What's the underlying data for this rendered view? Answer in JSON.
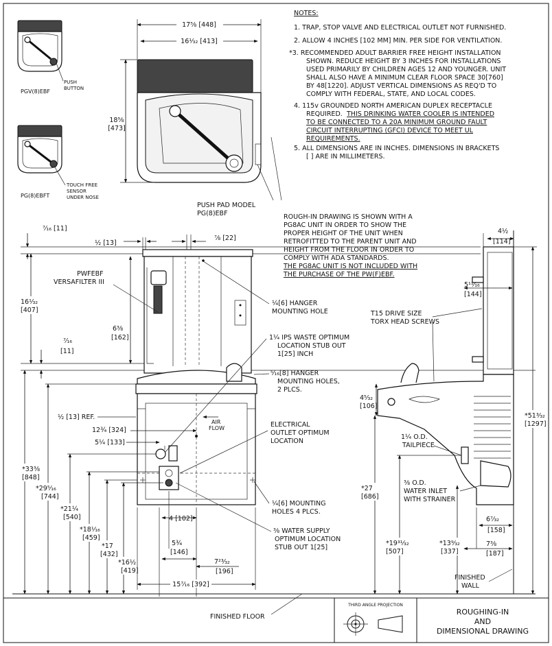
{
  "notes": {
    "heading": "NOTES:",
    "n1": "1.  TRAP, STOP VALVE AND ELECTRICAL OUTLET NOT FURNISHED.",
    "n2": "2.  ALLOW 4 INCHES [102 MM] MIN. PER SIDE FOR VENTILATION.",
    "n3_l1": "*3.  RECOMMENDED ADULT BARRIER FREE HEIGHT INSTALLATION",
    "n3_l2": "SHOWN. REDUCE HEIGHT BY 3 INCHES FOR INSTALLATIONS",
    "n3_l3": "USED PRIMARILY BY CHILDREN AGES 12 AND YOUNGER. UNIT",
    "n3_l4": "SHALL ALSO HAVE A MINIMUM CLEAR FLOOR SPACE 30[760]",
    "n3_l5": "BY 48[1220]. ADJUST VERTICAL DIMENSIONS AS REQ'D TO",
    "n3_l6": "COMPLY WITH FEDERAL, STATE, AND LOCAL CODES.",
    "n4_l1": "4.  115v GROUNDED NORTH AMERICAN DUPLEX RECEPTACLE",
    "n4_l2": "REQUIRED.",
    "n4_u1": "THIS DRINKING WATER COOLER IS INTENDED",
    "n4_u2": "TO BE CONNECTED TO A 20A MINIMUM GROUND FAULT",
    "n4_u3": "CIRCUIT INTERRUPTING (GFCI) DEVICE TO MEET UL",
    "n4_u4": "REQUIREMENTS.",
    "n5_l1": "5.  ALL DIMENSIONS ARE IN INCHES. DIMENSIONS IN BRACKETS",
    "n5_l2": "[  ] ARE IN MILLIMETERS."
  },
  "models": {
    "pgv": "PGV(8)EBF",
    "push_button_l1": "PUSH",
    "push_button_l2": "BUTTON",
    "pg_ebft": "PG(8)EBFT",
    "sensor_l1": "TOUCH FREE",
    "sensor_l2": "SENSOR",
    "sensor_l3": "UNDER NOSE",
    "push_pad_l1": "PUSH PAD MODEL",
    "push_pad_l2": "PG(8)EBF"
  },
  "top_dims": {
    "w_outer": "17⅝ [448]",
    "w_inner": "16¹⁄₃₂ [413]",
    "h_main": "18⅝",
    "h_main_mm": "[473]"
  },
  "roughin": {
    "l1": "ROUGH-IN DRAWING IS SHOWN WITH A",
    "l2": "PG8AC UNIT IN ORDER TO SHOW THE",
    "l3": "PROPER HEIGHT OF THE UNIT WHEN",
    "l4": "RETROFITTED TO THE PARENT UNIT AND",
    "l5": "HEIGHT FROM THE FLOOR IN ORDER TO",
    "l6": "COMPLY WITH ADA STANDARDS.",
    "u1": "THE PG8AC UNIT IS NOT INCLUDED WITH",
    "u2": "THE PURCHASE OF THE PW(F)EBF."
  },
  "front": {
    "d_7_16_top": "⁷⁄₁₆ [11]",
    "d_half_13": "½ [13]",
    "d_7_8": "⅞ [22]",
    "filter_l1": "PWFEBF",
    "filter_l2": "VERSAFILTER III",
    "d_16_1_32": "16¹⁄₃₂",
    "d_407": "[407]",
    "d_6_3_8": "6⅜",
    "d_162": "[162]",
    "d_7_16": "⁷⁄₁₆",
    "d_11": "[11]",
    "hanger_l1": "¼[6] HANGER",
    "hanger_l2": "MOUNTING HOLE",
    "waste_l1": "1¼ IPS WASTE OPTIMUM",
    "waste_l2": "LOCATION STUB OUT",
    "waste_l3": "1[25] INCH",
    "hangers_l1": "⁵⁄₁₆[8] HANGER",
    "hangers_l2": "MOUNTING HOLES,",
    "hangers_l3": "2 PLCS.",
    "ref": "½ [13] REF.",
    "air_l1": "AIR",
    "air_l2": "FLOW",
    "d_12_3_4": "12¾ [324]",
    "d_5_1_4": "5¼ [133]",
    "elec_l1": "ELECTRICAL",
    "elec_l2": "OUTLET OPTIMUM",
    "elec_l3": "LOCATION",
    "d_33": "*33⅜",
    "d_848": "[848]",
    "d_29": "*29⁵⁄₁₆",
    "d_744": "[744]",
    "d_21": "*21¼",
    "d_540": "[540]",
    "d_18": "*18¹⁄₁₆",
    "d_459": "[459]",
    "d_17": "*17",
    "d_432": "[432]",
    "d_16_1_2": "*16½",
    "d_419": "[419]",
    "d_4_102": "4 [102]",
    "d_5_3_4": "5¾",
    "d_146": "[146]",
    "d_7_23": "7²³⁄₃₂",
    "d_196": "[196]",
    "d_15_7_16": "15⁷⁄₁₆ [392]",
    "mount4_l1": "¼[6] MOUNTING",
    "mount4_l2": "HOLES 4 PLCS.",
    "supply_l1": "⅜ WATER SUPPLY",
    "supply_l2": "OPTIMUM LOCATION",
    "supply_l3": "STUB OUT 1[25]"
  },
  "side": {
    "d_4_1_2": "4½",
    "d_114": "[114]",
    "d_5_11_16": "5¹¹⁄₁₆",
    "d_144": "[144]",
    "torx_l1": "T15 DRIVE SIZE",
    "torx_l2": "TORX HEAD SCREWS",
    "d_4_5_32": "4⁵⁄₃₂",
    "d_106": "[106]",
    "d_51": "*51³⁄₃₂",
    "d_1297": "[1297]",
    "tail_l1": "1¼ O.D.",
    "tail_l2": "TAILPIECE",
    "d_27": "*27",
    "d_686": "[686]",
    "inlet_l1": "⅜ O.D.",
    "inlet_l2": "WATER INLET",
    "inlet_l3": "WITH STRAINER",
    "d_19": "*19³¹⁄₃₂",
    "d_507": "[507]",
    "d_13": "*13⁹⁄₃₂",
    "d_337": "[337]",
    "d_6_7_32": "6⁷⁄₃₂",
    "d_158": "[158]",
    "d_7_3_8": "7⅜",
    "d_187": "[187]",
    "wall_l1": "FINISHED",
    "wall_l2": "WALL"
  },
  "floor": "FINISHED FLOOR",
  "title_block": {
    "projection": "THIRD ANGLE PROJECTION",
    "t1": "ROUGHING-IN",
    "t2": "AND",
    "t3": "DIMENSIONAL DRAWING"
  }
}
